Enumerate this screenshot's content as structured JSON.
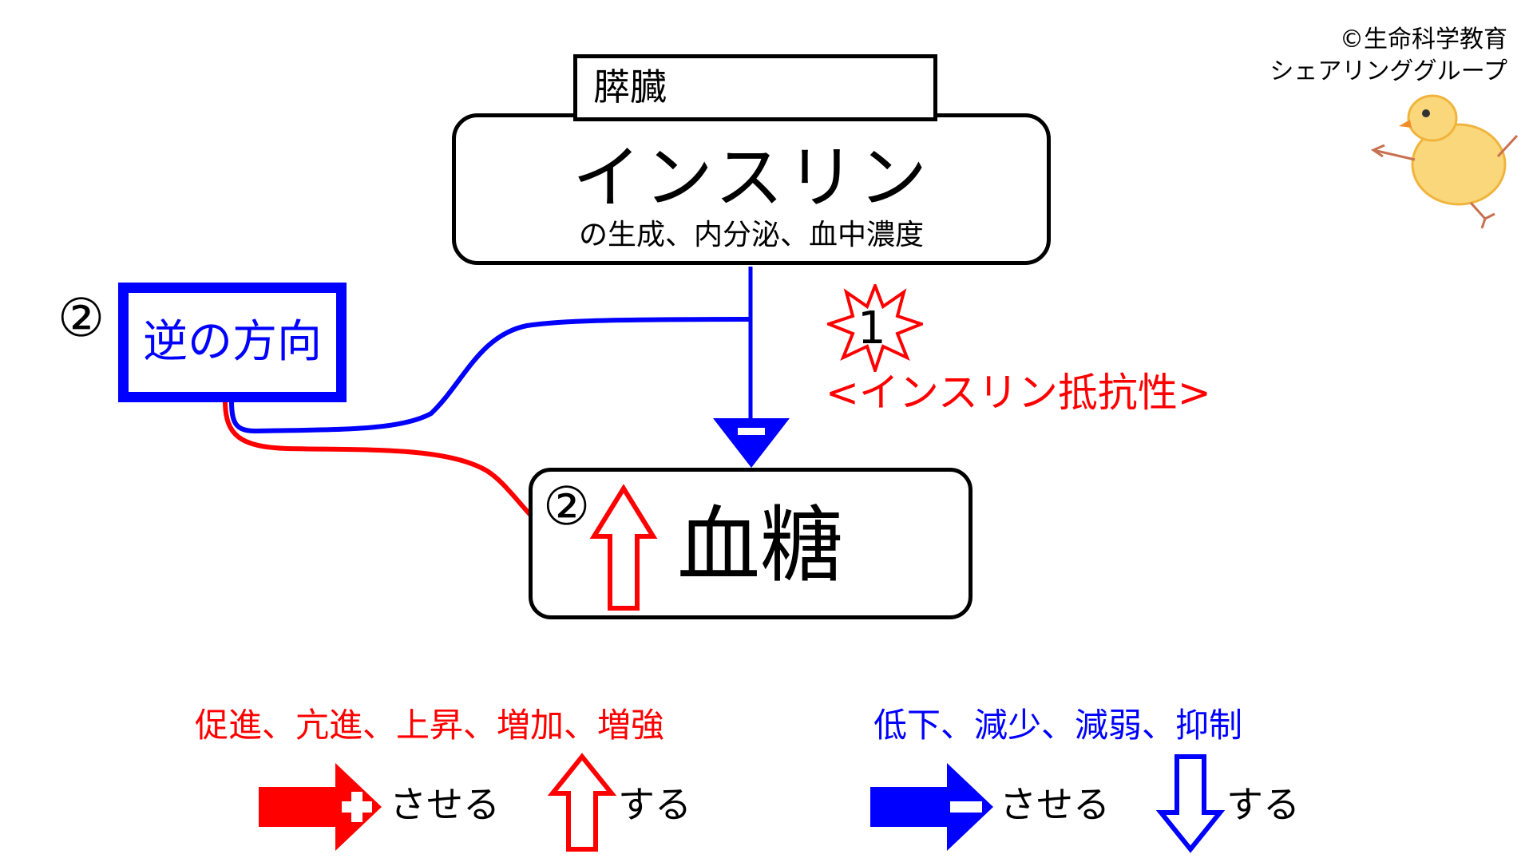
{
  "copyright": {
    "line1": "©生命科学教育",
    "line2": "シェアリンググループ"
  },
  "pancreas": {
    "label": "膵臓"
  },
  "insulin": {
    "title": "インスリン",
    "subtitle": "の生成、内分泌、血中濃度"
  },
  "reverse": {
    "label": "逆の方向",
    "number": "②"
  },
  "blood_sugar": {
    "label": "血糖",
    "number": "②"
  },
  "resistance": {
    "number": "1",
    "label": "<インスリン抵抗性>"
  },
  "legend": {
    "red_terms": "促進、亢進、上昇、増加、増強",
    "blue_terms": "低下、減少、減弱、抑制",
    "make_label": "させる",
    "do_label": "する"
  },
  "colors": {
    "promote": "#ff0000",
    "inhibit": "#0000ff",
    "outline": "#000000"
  },
  "icons": {
    "plus_arrow": "red-plus-arrow-icon",
    "minus_arrow": "blue-minus-arrow-icon",
    "up_arrow": "red-up-arrow-icon",
    "down_arrow": "blue-down-arrow-icon",
    "starburst": "starburst-icon",
    "chick": "chick-illustration"
  }
}
